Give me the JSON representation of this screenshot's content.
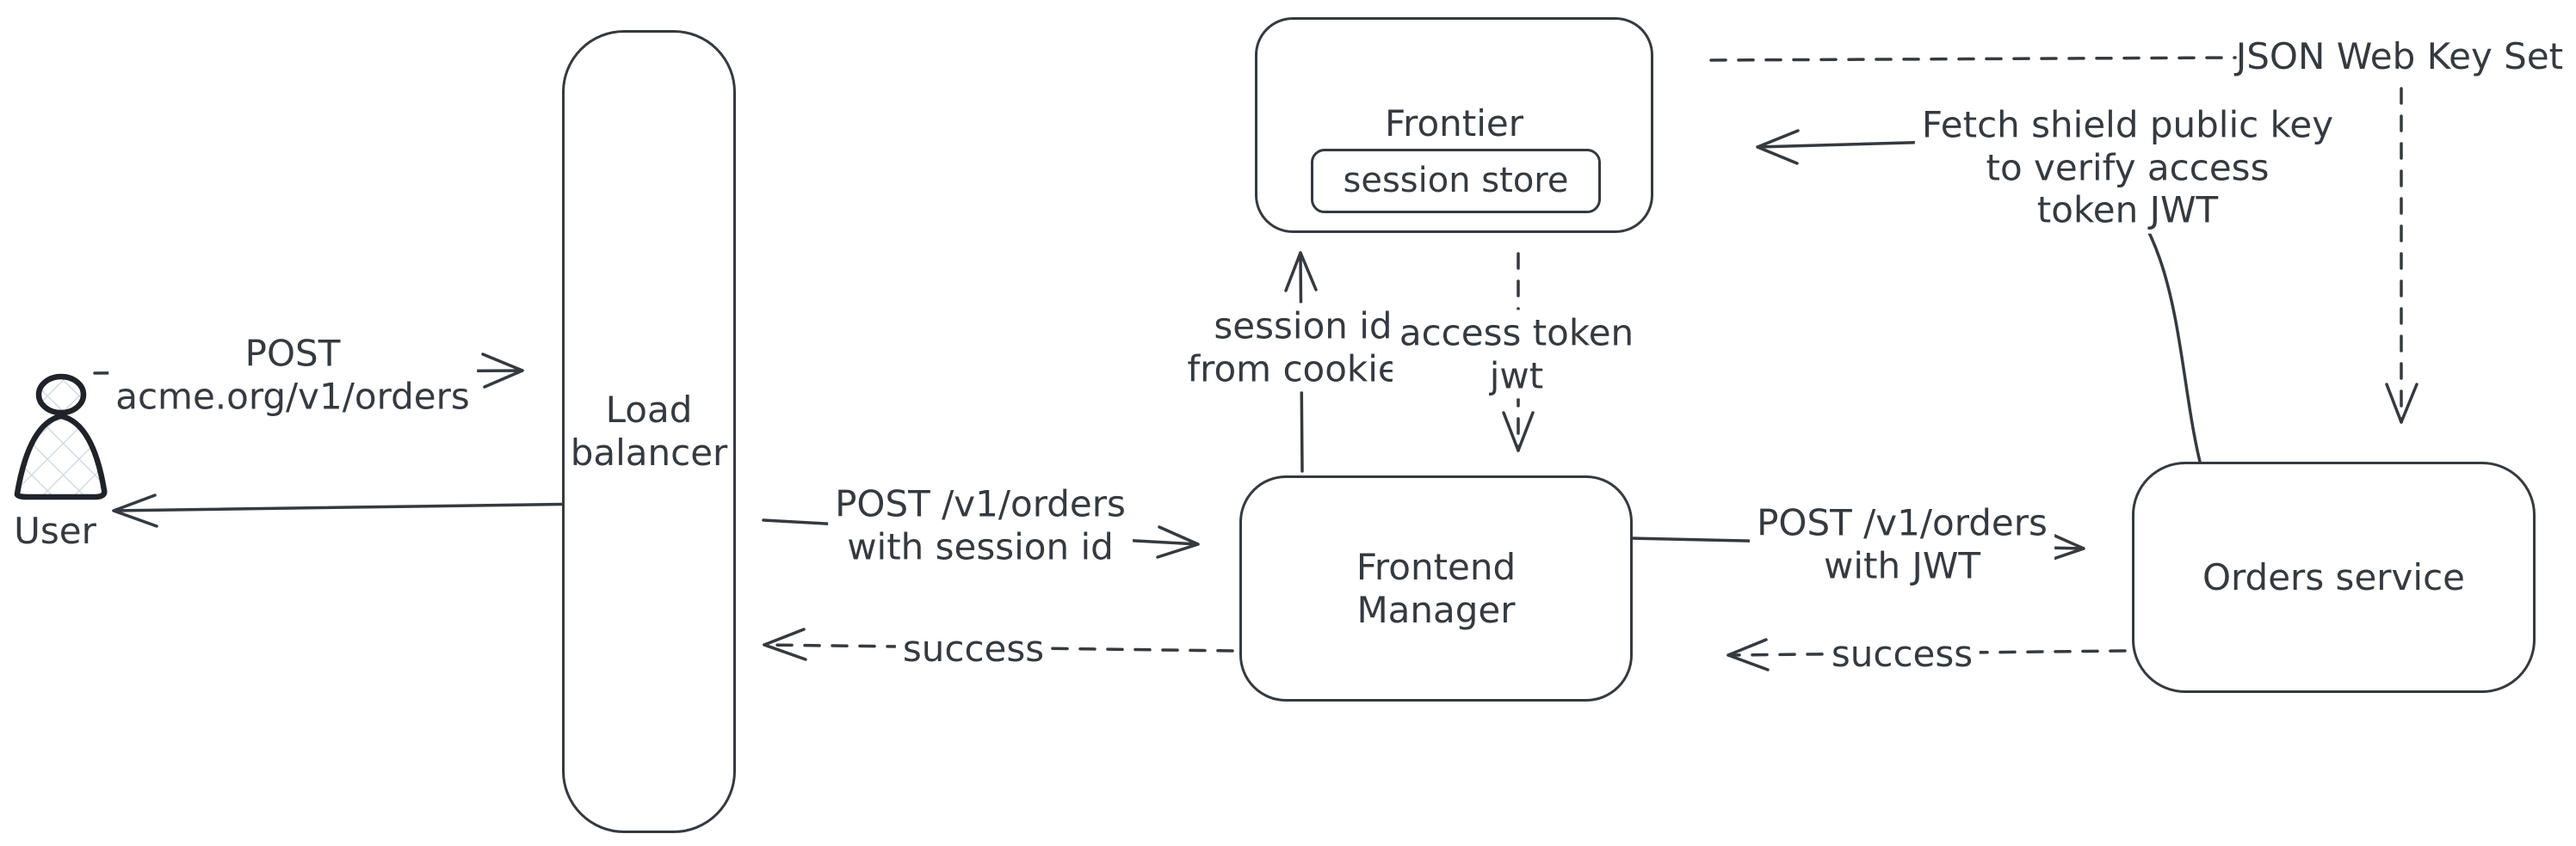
{
  "diagram": {
    "background": "#ffffff",
    "stroke_color": "#343a40",
    "figure_fill_hatch_color": "#ccd5e1",
    "nodes": {
      "user": {
        "label": "User",
        "shape": "person-figure"
      },
      "load_balancer": {
        "label": "Load\nbalancer",
        "shape": "tall-rounded-rect"
      },
      "frontier": {
        "label": "Frontier",
        "shape": "rounded-rect"
      },
      "session_store": {
        "label": "session store",
        "shape": "rounded-rect-nested-in-frontier"
      },
      "frontend_manager": {
        "label": "Frontend\nManager",
        "shape": "rounded-rect"
      },
      "orders_service": {
        "label": "Orders service",
        "shape": "rounded-rect"
      },
      "jwks": {
        "label": "JSON Web Key Set",
        "shape": "text-only"
      }
    },
    "edges": {
      "user_to_lb": {
        "label": "POST\nacme.org/v1/orders",
        "style": "solid",
        "from": "user",
        "to": "load_balancer"
      },
      "lb_to_user": {
        "label": "",
        "style": "solid",
        "from": "load_balancer",
        "to": "user"
      },
      "lb_to_fm": {
        "label": "POST /v1/orders\nwith session id",
        "style": "solid",
        "from": "load_balancer",
        "to": "frontend_manager"
      },
      "fm_to_lb": {
        "label": "success",
        "style": "dashed",
        "from": "frontend_manager",
        "to": "load_balancer"
      },
      "fm_to_frontier": {
        "label": "session id\nfrom cookies",
        "style": "solid",
        "from": "frontend_manager",
        "to": "frontier"
      },
      "frontier_to_fm": {
        "label": "access token\njwt",
        "style": "dashed",
        "from": "frontier",
        "to": "frontend_manager"
      },
      "fm_to_orders": {
        "label": "POST /v1/orders\nwith JWT",
        "style": "solid",
        "from": "frontend_manager",
        "to": "orders_service"
      },
      "orders_to_fm": {
        "label": "success",
        "style": "dashed",
        "from": "orders_service",
        "to": "frontend_manager"
      },
      "orders_to_frontier": {
        "label": "Fetch shield public key\nto verify access\ntoken JWT",
        "style": "solid",
        "from": "orders_service",
        "to": "frontier"
      },
      "frontier_to_jwks": {
        "label": "",
        "style": "dashed",
        "from": "frontier",
        "to": "jwks"
      },
      "jwks_to_orders": {
        "label": "",
        "style": "dashed",
        "from": "jwks",
        "to": "orders_service"
      }
    }
  }
}
